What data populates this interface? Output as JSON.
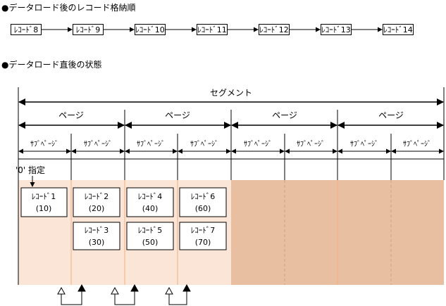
{
  "section1": {
    "title": "●データロード後のレコード格納順",
    "records": [
      "ﾚｺｰﾄﾞ8",
      "ﾚｺｰﾄﾞ9",
      "ﾚｺｰﾄﾞ10",
      "ﾚｺｰﾄﾞ11",
      "ﾚｺｰﾄﾞ12",
      "ﾚｺｰﾄﾞ13",
      "ﾚｺｰﾄﾞ14"
    ]
  },
  "section2": {
    "title": "●データロード直後の状態",
    "segment_label": "セグメント",
    "page_label": "ページ",
    "subpage_label": "ｻﾌﾞﾍﾟｰｼﾞ",
    "spec_label": "'0' 指定",
    "records": [
      {
        "name": "ﾚｺｰﾄﾞ1",
        "value": "(10)"
      },
      {
        "name": "ﾚｺｰﾄﾞ2",
        "value": "(20)"
      },
      {
        "name": "ﾚｺｰﾄﾞ3",
        "value": "(30)"
      },
      {
        "name": "ﾚｺｰﾄﾞ4",
        "value": "(40)"
      },
      {
        "name": "ﾚｺｰﾄﾞ5",
        "value": "(50)"
      },
      {
        "name": "ﾚｺｰﾄﾞ6",
        "value": "(60)"
      },
      {
        "name": "ﾚｺｰﾄﾞ7",
        "value": "(70)"
      }
    ]
  },
  "colors": {
    "light_fill": "#fbe5d6",
    "dark_fill": "#e8bfa0",
    "divider": "#f2b183"
  }
}
